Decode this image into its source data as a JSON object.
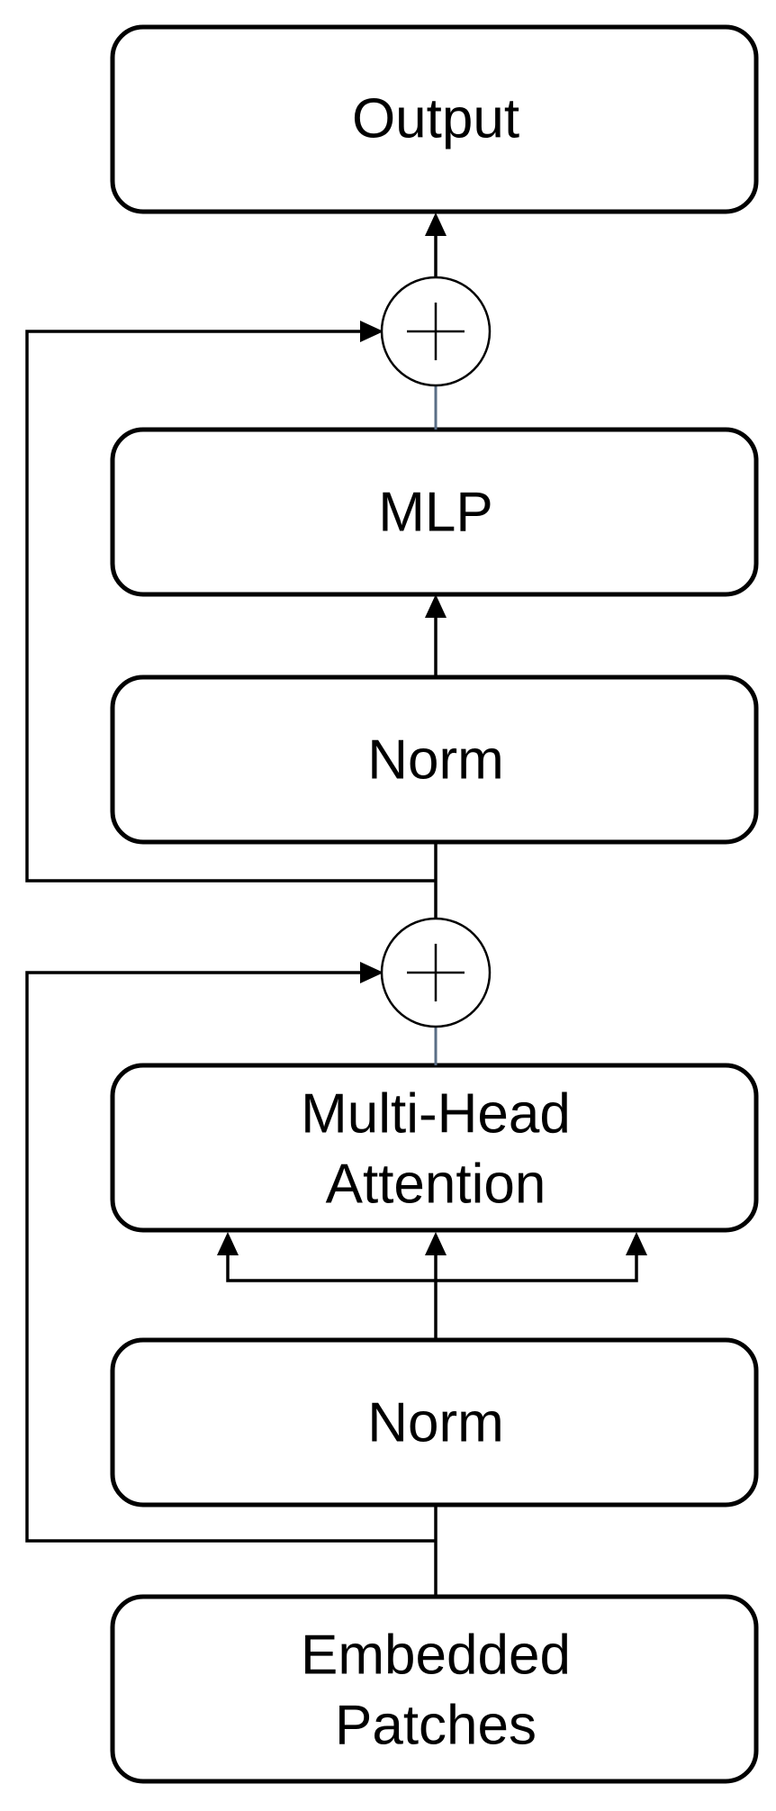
{
  "diagram": {
    "blocks": {
      "output": "Output",
      "mlp": "MLP",
      "norm_upper": "Norm",
      "attention_line1": "Multi-Head",
      "attention_line2": "Attention",
      "norm_lower": "Norm",
      "embedded_line1": "Embedded",
      "embedded_line2": "Patches"
    },
    "colors": {
      "stroke": "#000000",
      "background": "#ffffff",
      "residual_join_line": "#5a6e86"
    },
    "icons": {
      "add_node": "circled-plus-icon",
      "arrow": "arrowhead-icon"
    }
  }
}
